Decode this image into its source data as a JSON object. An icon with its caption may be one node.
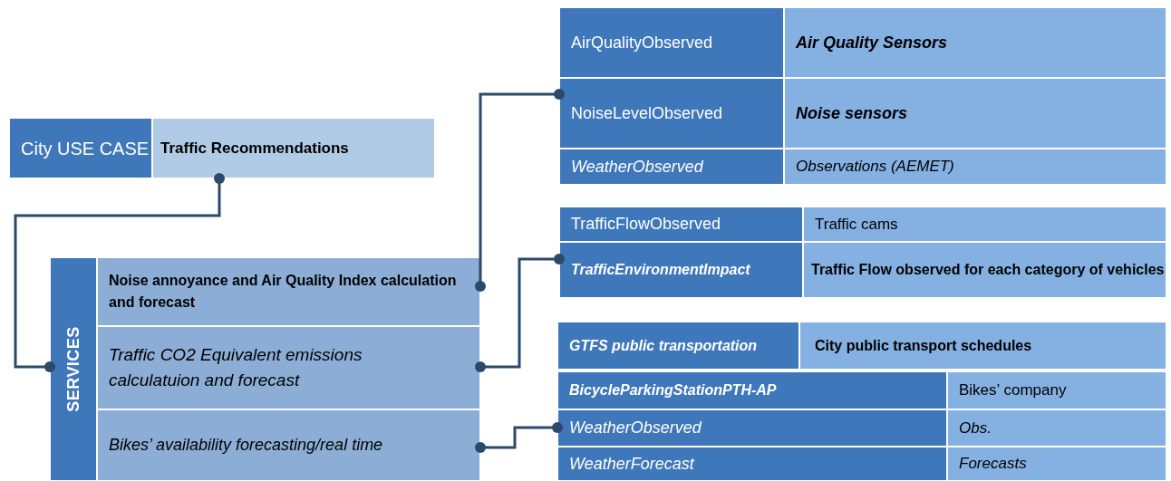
{
  "diagram": {
    "nodes": [
      {
        "text": [
          "City USE CASE"
        ]
      },
      {
        "text": [
          "Traffic Recommendations"
        ]
      },
      {
        "text": [
          "SERVICES"
        ]
      },
      {
        "text": [
          "Noise annoyance and Air Quality Index calculation and forecast"
        ]
      },
      {
        "text": [
          "Traffic CO2 Equivalent emissions calculatuion and forecast"
        ]
      },
      {
        "text": [
          "Bikes’ availability forecasting/real time"
        ]
      },
      {
        "text": [
          "AirQualityObserved"
        ]
      },
      {
        "text": [
          "Air Quality Sensors"
        ]
      },
      {
        "text": [
          "NoiseLevelObserved"
        ]
      },
      {
        "text": [
          "Noise sensors"
        ]
      },
      {
        "text": [
          "WeatherObserved"
        ]
      },
      {
        "text": [
          "Observations (AEMET)"
        ]
      },
      {
        "text": [
          "TrafficFlowObserved"
        ]
      },
      {
        "text": [
          "Traffic cams"
        ]
      },
      {
        "text": [
          "TrafficEnvironmentImpact"
        ]
      },
      {
        "text": [
          "Traffic Flow observed for each category of vehicles"
        ]
      },
      {
        "text": [
          "GTFS public transportation"
        ]
      },
      {
        "text": [
          "City public transport schedules"
        ]
      },
      {
        "text": [
          "BicycleParkingStationPTH-AP"
        ]
      },
      {
        "text": [
          "Bikes’ company"
        ]
      },
      {
        "text": [
          "WeatherObserved"
        ]
      },
      {
        "text": [
          "Obs."
        ]
      },
      {
        "text": [
          "WeatherForecast"
        ]
      },
      {
        "text": [
          "Forecasts"
        ]
      }
    ],
    "edges": [
      {
        "from": 1,
        "to": 2,
        "arrow": "other"
      },
      {
        "from": 3,
        "to": 8,
        "arrow": "other"
      },
      {
        "from": 4,
        "to": 14,
        "arrow": "other"
      },
      {
        "from": 5,
        "to": 20,
        "arrow": "other"
      }
    ]
  }
}
